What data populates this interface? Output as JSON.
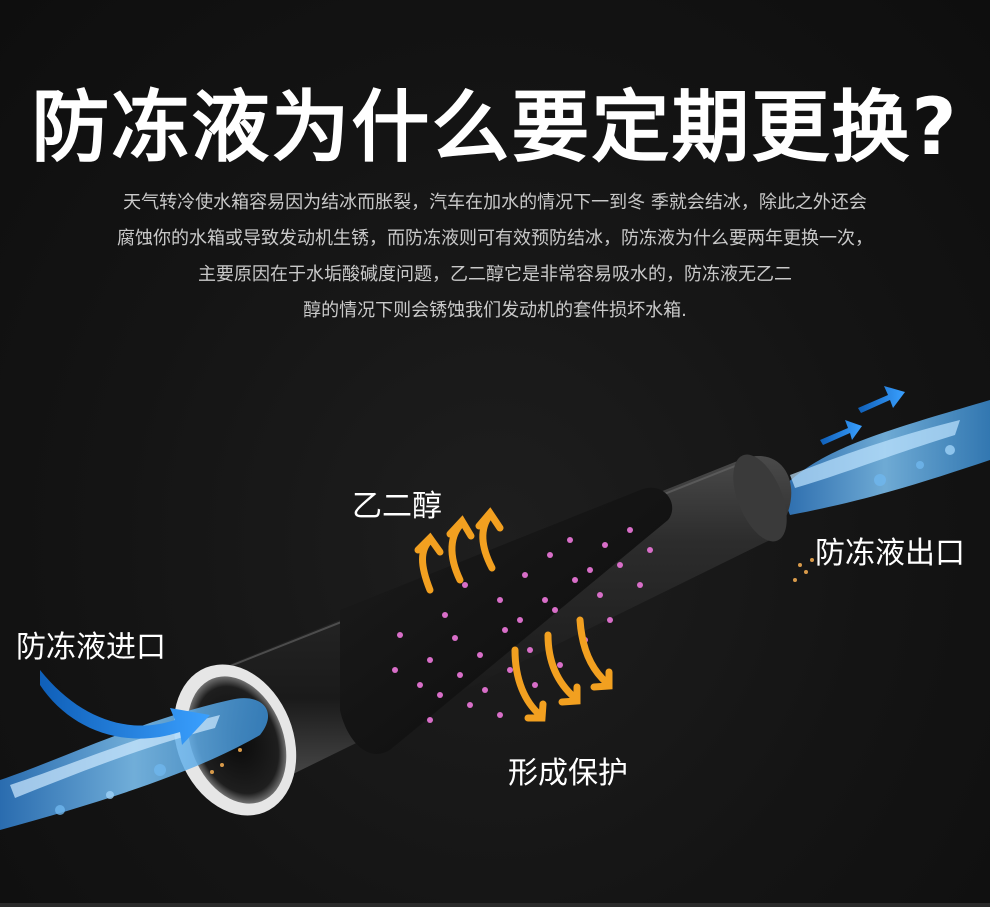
{
  "headline": "防冻液为什么要定期更换?",
  "intro_lines": [
    "天气转冷使水箱容易因为结冰而胀裂，汽车在加水的情况下一到冬 季就会结冰，除此之外还会",
    "腐蚀你的水箱或导致发动机生锈，而防冻液则可有效预防结冰，防冻液为什么要两年更换一次，",
    "主要原因在于水垢酸碱度问题，乙二醇它是非常容易吸水的，防冻液无乙二",
    "醇的情况下则会锈蚀我们发动机的套件损坏水箱."
  ],
  "diagram": {
    "label_glycol": "乙二醇",
    "label_outlet": "防冻液出口",
    "label_inlet": "防冻液进口",
    "label_protect": "形成保护"
  },
  "colors": {
    "background": "#121212",
    "water": "#3a8fd6",
    "arrow_blue": "#1e7be0",
    "arrow_orange": "#f2a020",
    "dots": "#d86ec8",
    "pipe": "#2a2a2a"
  }
}
